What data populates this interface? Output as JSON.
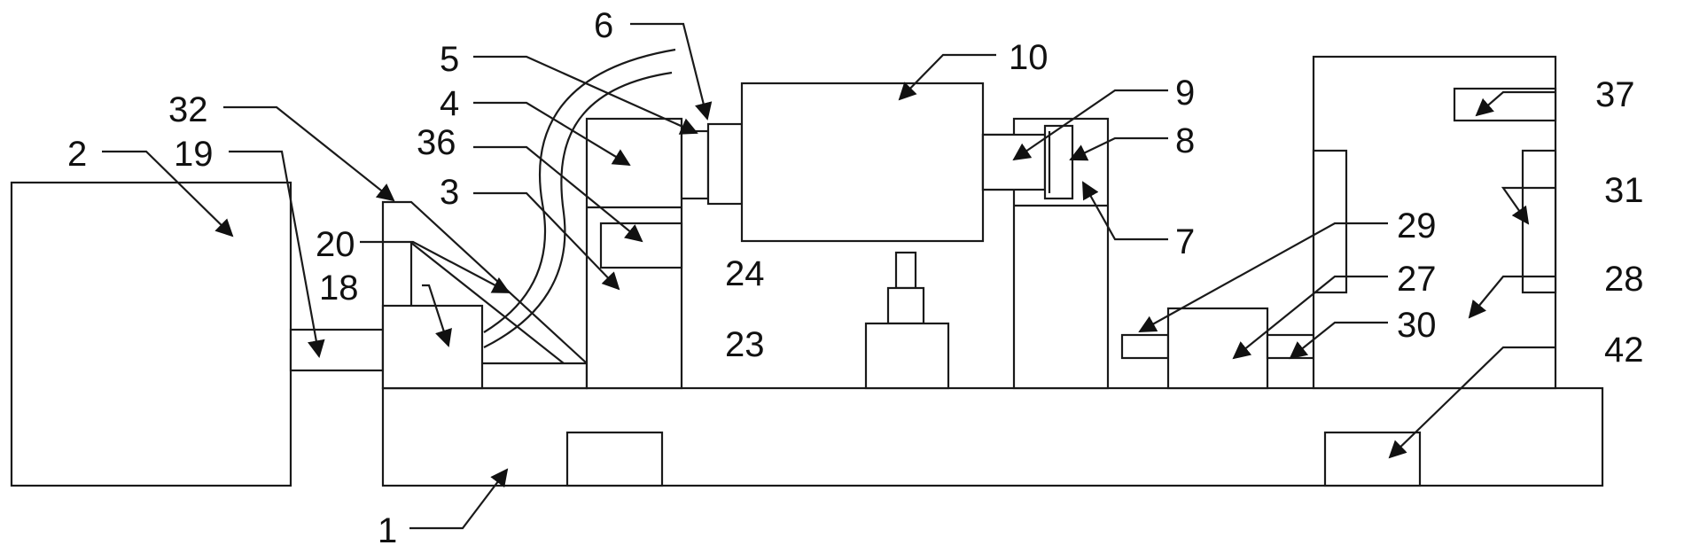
{
  "labels": {
    "l1": "1",
    "l2": "2",
    "l3": "3",
    "l4": "4",
    "l5": "5",
    "l6": "6",
    "l7": "7",
    "l8": "8",
    "l9": "9",
    "l10": "10",
    "l18": "18",
    "l19": "19",
    "l20": "20",
    "l23": "23",
    "l24": "24",
    "l27": "27",
    "l28": "28",
    "l29": "29",
    "l30": "30",
    "l31": "31",
    "l32": "32",
    "l36": "36",
    "l37": "37",
    "l42": "42"
  }
}
